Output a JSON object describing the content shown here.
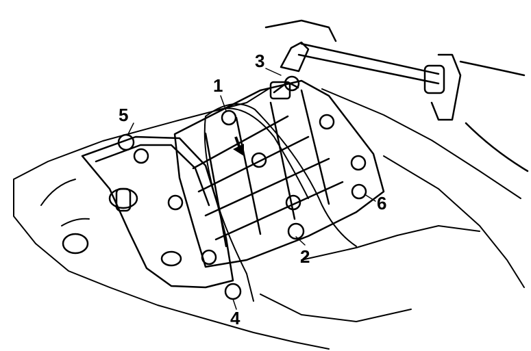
{
  "colors": {
    "ink": "#000000",
    "paper": "#ffffff"
  },
  "callouts": [
    {
      "id": "1",
      "text": "1"
    },
    {
      "id": "2",
      "text": "2"
    },
    {
      "id": "3",
      "text": "3"
    },
    {
      "id": "4",
      "text": "4"
    },
    {
      "id": "5",
      "text": "5"
    },
    {
      "id": "6",
      "text": "6"
    }
  ]
}
